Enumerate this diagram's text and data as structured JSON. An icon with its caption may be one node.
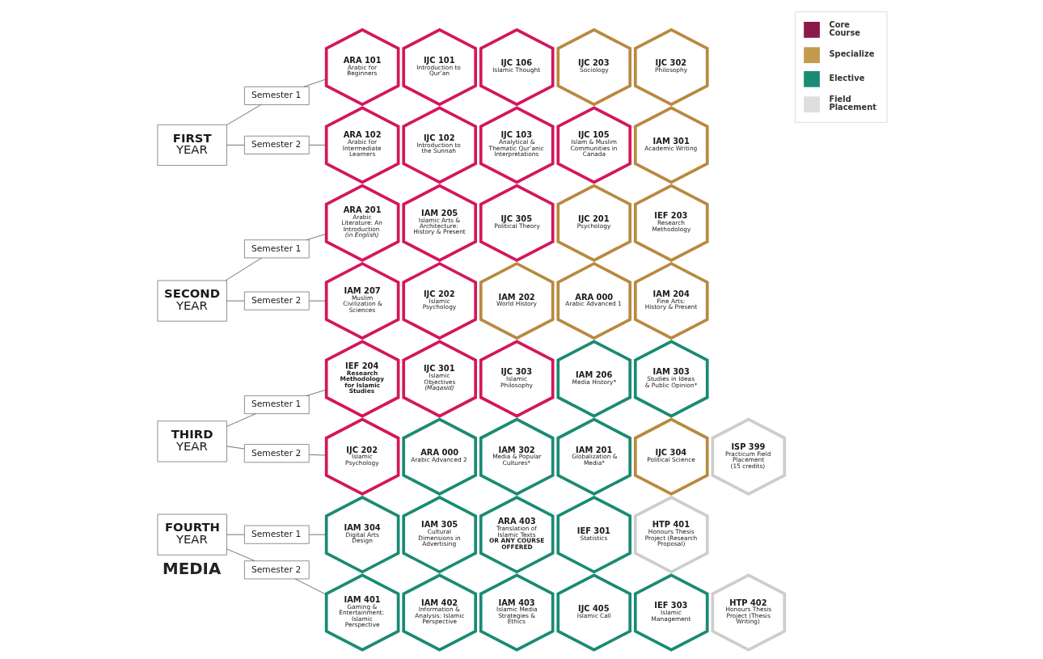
{
  "diagram": {
    "nodes": [
      {
        "text": [
          "FIRST",
          "YEAR"
        ]
      },
      {
        "text": [
          "Semester 1"
        ]
      },
      {
        "text": [
          "Semester 2"
        ]
      },
      {
        "text": [
          "ARA 101",
          "Arabic for Beginners"
        ]
      },
      {
        "text": [
          "IJC 101",
          "Introduction to Qur’an"
        ]
      },
      {
        "text": [
          "IJC 106",
          "Islamic Thought"
        ]
      },
      {
        "text": [
          "IJC 203",
          "Sociology"
        ]
      },
      {
        "text": [
          "IJC 302",
          "Philosophy"
        ]
      },
      {
        "text": [
          "ARA 102",
          "Arabic for Intermediate Learners"
        ]
      },
      {
        "text": [
          "IJC 102",
          "Introduction to the Sunnah"
        ]
      },
      {
        "text": [
          "IJC 103",
          "Analytical & Thematic Qur’anic Interpretations"
        ]
      },
      {
        "text": [
          "IJC 105",
          "Islam & Muslim Communities in Canada"
        ]
      },
      {
        "text": [
          "IAM 301",
          "Academic Writing"
        ]
      },
      {
        "text": [
          "SECOND",
          "YEAR"
        ]
      },
      {
        "text": [
          "Semester 1"
        ]
      },
      {
        "text": [
          "Semester 2"
        ]
      },
      {
        "text": [
          "ARA 201",
          "Arabic Literature: An Introduction",
          "(in English)"
        ]
      },
      {
        "text": [
          "IAM 205",
          "Islamic Arts & Architecture: History & Present"
        ]
      },
      {
        "text": [
          "IJC 305",
          "Political Theory"
        ]
      },
      {
        "text": [
          "IJC 201",
          "Psychology"
        ]
      },
      {
        "text": [
          "IEF 203",
          "Research Methodology"
        ]
      },
      {
        "text": [
          "IAM 207",
          "Muslim Civilization & Sciences"
        ]
      },
      {
        "text": [
          "IJC 202",
          "Islamic Psychology"
        ]
      },
      {
        "text": [
          "IAM 202",
          "World History"
        ]
      },
      {
        "text": [
          "ARA 000",
          "Arabic Advanced 1"
        ]
      },
      {
        "text": [
          "IAM 204",
          "Fine Arts: History & Present"
        ]
      },
      {
        "text": [
          "THIRD",
          "YEAR"
        ]
      },
      {
        "text": [
          "Semester 1"
        ]
      },
      {
        "text": [
          "Semester 2"
        ]
      },
      {
        "text": [
          "IEF 204",
          "Research Methodology for Islamic Studies"
        ]
      },
      {
        "text": [
          "IJC 301",
          "Islamic Objectives",
          "(Maqasid)"
        ]
      },
      {
        "text": [
          "IJC 303",
          "Islamic Philosophy"
        ]
      },
      {
        "text": [
          "IAM 206",
          "Media History*"
        ]
      },
      {
        "text": [
          "IAM 303",
          "Studies in Ideas & Public Opinion*"
        ]
      },
      {
        "text": [
          "IJC 202",
          "Islamic Psychology"
        ]
      },
      {
        "text": [
          "ARA 000",
          "Arabic Advanced 2"
        ]
      },
      {
        "text": [
          "IAM 302",
          "Media & Popular Cultures*"
        ]
      },
      {
        "text": [
          "IAM 201",
          "Globalization & Media*"
        ]
      },
      {
        "text": [
          "IJC 304",
          "Political Science"
        ]
      },
      {
        "text": [
          "ISP 399",
          "Practicum Field Placement",
          "(15 credits)"
        ]
      },
      {
        "text": [
          "FOURTH",
          "YEAR"
        ]
      },
      {
        "text": [
          "Semester 1"
        ]
      },
      {
        "text": [
          "Semester 2"
        ]
      },
      {
        "text": [
          "IAM 304",
          "Digital Arts Design"
        ]
      },
      {
        "text": [
          "IAM 305",
          "Cultural Dimensions in Advertising"
        ]
      },
      {
        "text": [
          "ARA 403",
          "Translation of Islamic Texts",
          "OR ANY COURSE OFFERED"
        ]
      },
      {
        "text": [
          "IEF 301",
          "Statistics"
        ]
      },
      {
        "text": [
          "HTP 401",
          "Honours Thesis Project (Research Proposal)"
        ]
      },
      {
        "text": [
          "IAM 401",
          "Gaming & Entertainment: Islamic Perspective"
        ]
      },
      {
        "text": [
          "IAM 402",
          "Information & Analysis: Islamic Perspective"
        ]
      },
      {
        "text": [
          "IAM 403",
          "Islamic Media Strategies & Ethics"
        ]
      },
      {
        "text": [
          "IJC 405",
          "Islamic Call"
        ]
      },
      {
        "text": [
          "IEF 303",
          "Islamic Management"
        ]
      },
      {
        "text": [
          "HTP 402",
          "Honours Thesis Project (Thesis Writing)"
        ]
      }
    ],
    "edges": [
      {
        "from": 0,
        "to": 1,
        "arrow": "none"
      },
      {
        "from": 0,
        "to": 2,
        "arrow": "none"
      },
      {
        "from": 1,
        "to": 3,
        "arrow": "none"
      },
      {
        "from": 2,
        "to": 8,
        "arrow": "none"
      },
      {
        "from": 13,
        "to": 14,
        "arrow": "none"
      },
      {
        "from": 13,
        "to": 15,
        "arrow": "none"
      },
      {
        "from": 14,
        "to": 16,
        "arrow": "none"
      },
      {
        "from": 15,
        "to": 21,
        "arrow": "none"
      },
      {
        "from": 26,
        "to": 27,
        "arrow": "none"
      },
      {
        "from": 26,
        "to": 28,
        "arrow": "none"
      },
      {
        "from": 27,
        "to": 29,
        "arrow": "none"
      },
      {
        "from": 28,
        "to": 34,
        "arrow": "none"
      },
      {
        "from": 40,
        "to": 41,
        "arrow": "none"
      },
      {
        "from": 40,
        "to": 42,
        "arrow": "none"
      },
      {
        "from": 41,
        "to": 43,
        "arrow": "none"
      },
      {
        "from": 42,
        "to": 48,
        "arrow": "none"
      }
    ],
    "labels": [
      "MEDIA"
    ],
    "legend": [
      {
        "text": "Core Course",
        "color": "#8b1a4a"
      },
      {
        "text": "Specialize",
        "color": "#c49a4c"
      },
      {
        "text": "Elective",
        "color": "#1a8c76"
      },
      {
        "text": "Field Placement",
        "color": "#dedede"
      }
    ]
  }
}
